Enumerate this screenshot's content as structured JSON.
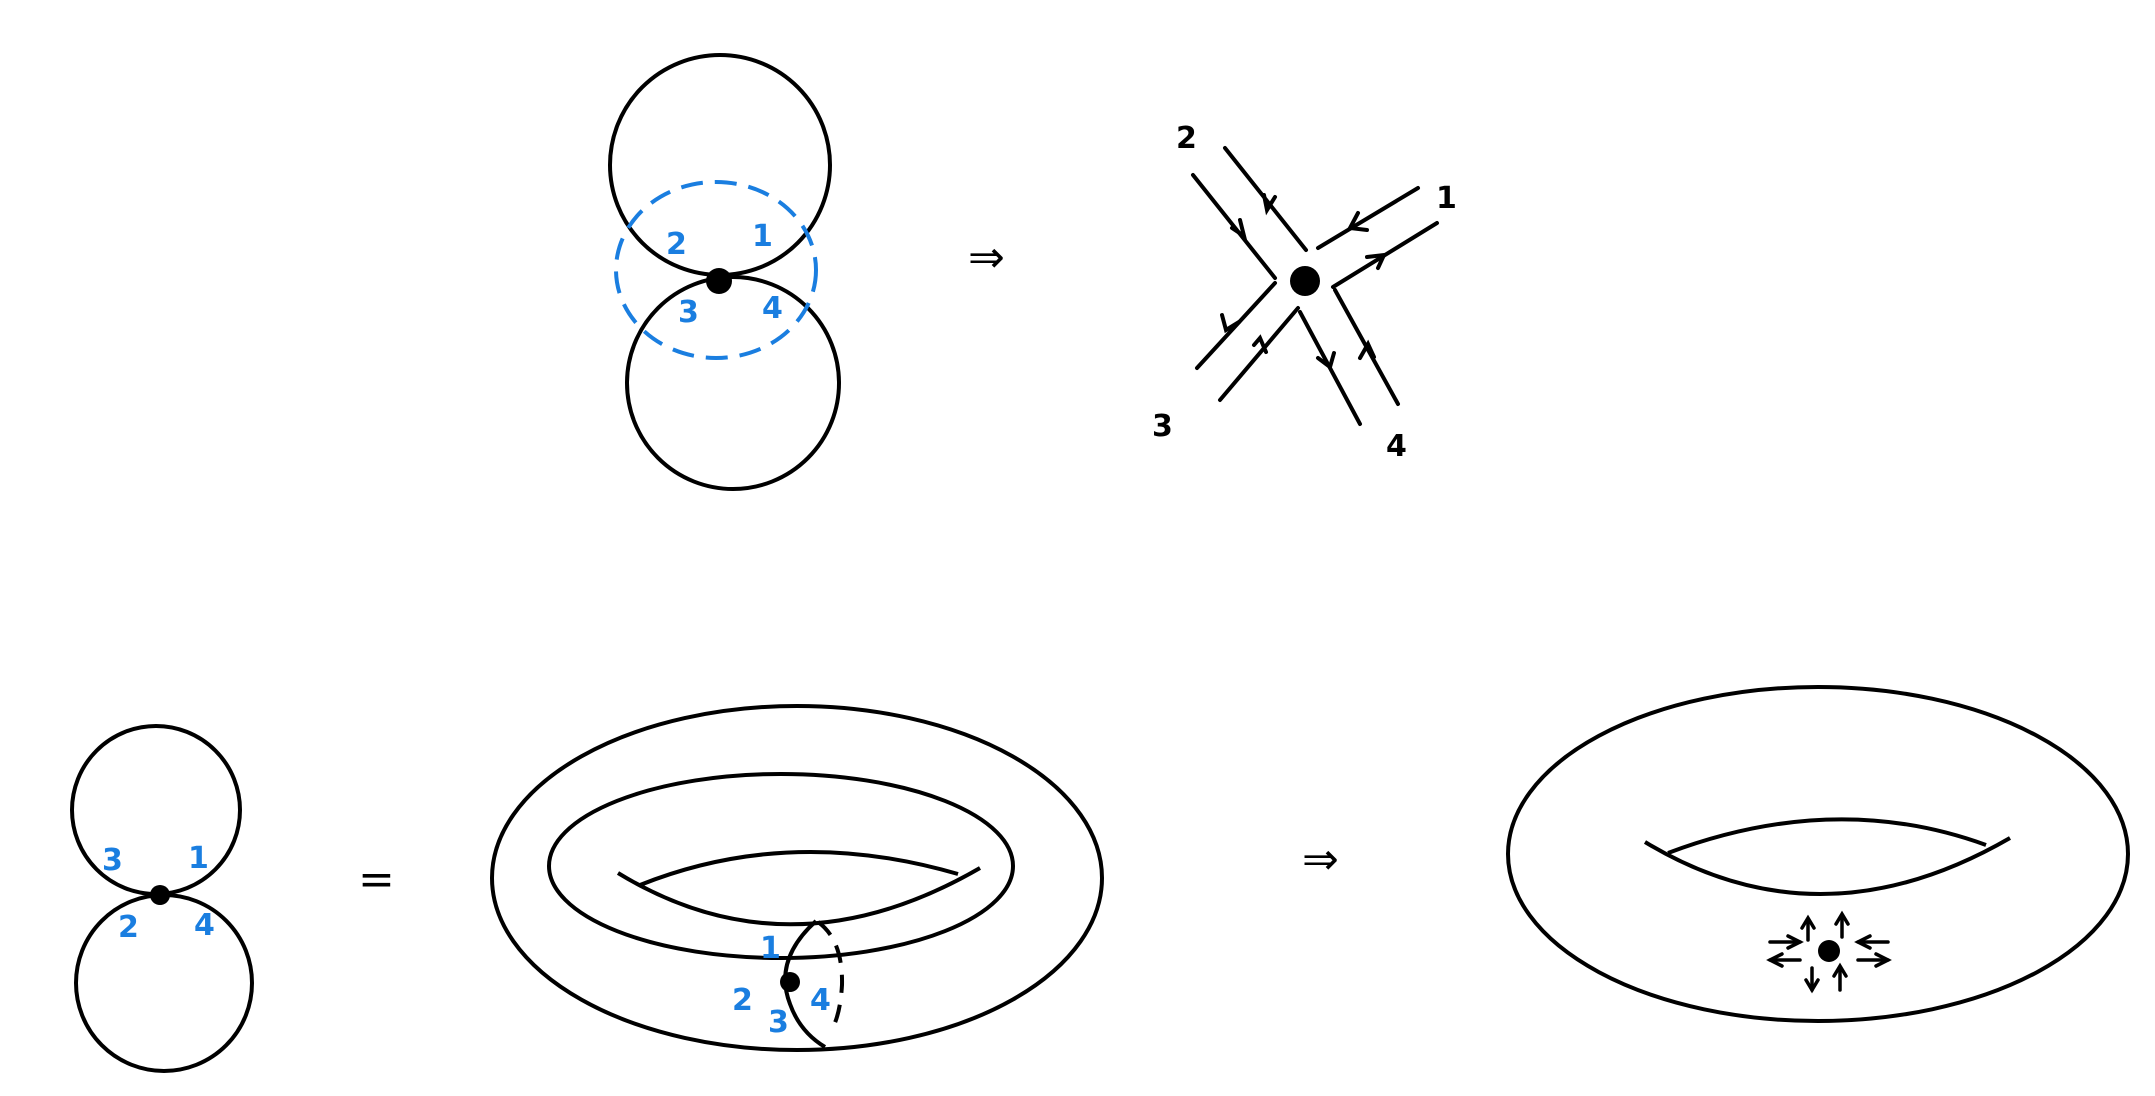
{
  "colors": {
    "ink": "#000000",
    "blue": "#1a7ee0"
  },
  "symbols": {
    "implies": "⇒",
    "equals": "="
  },
  "panel_top_left": {
    "labels": {
      "l1": "1",
      "l2": "2",
      "l3": "3",
      "l4": "4"
    }
  },
  "panel_top_right": {
    "labels": {
      "l1": "1",
      "l2": "2",
      "l3": "3",
      "l4": "4"
    }
  },
  "panel_bottom_left": {
    "labels": {
      "l1": "1",
      "l2": "2",
      "l3": "3",
      "l4": "4"
    }
  },
  "panel_bottom_middle": {
    "labels": {
      "l1": "1",
      "l2": "2",
      "l3": "3",
      "l4": "4"
    }
  }
}
